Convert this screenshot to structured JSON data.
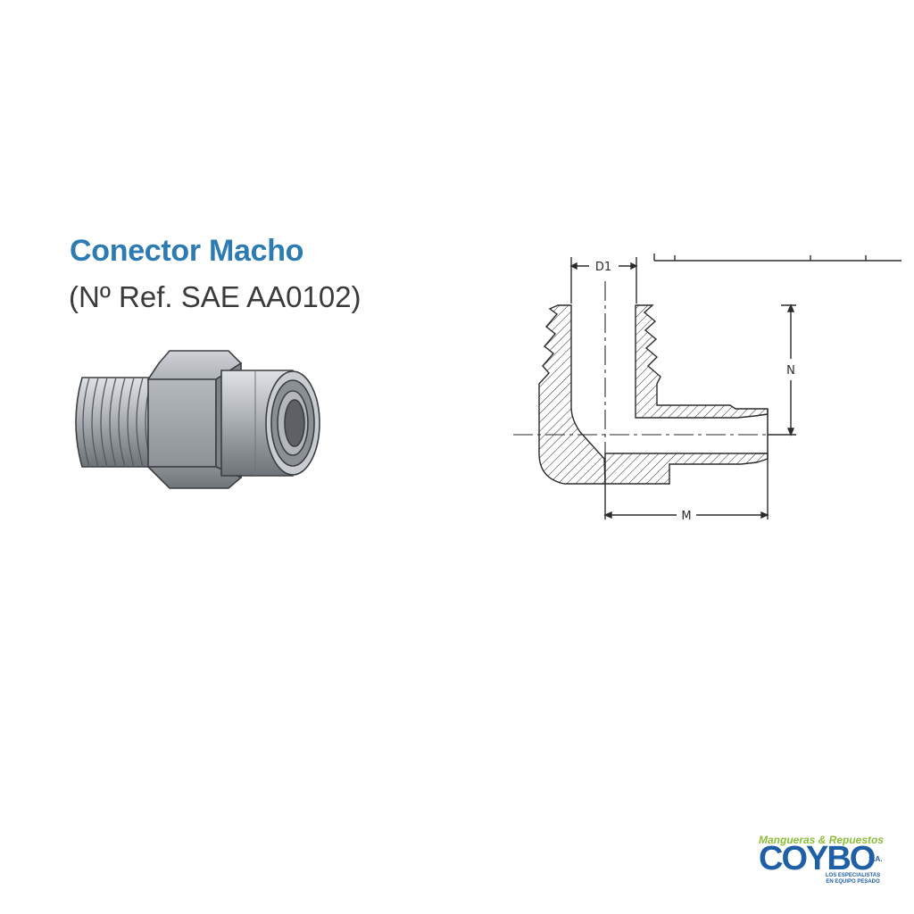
{
  "header": {
    "title": "Conector Macho",
    "subtitle": "(Nº Ref. SAE AA0102)"
  },
  "drawing": {
    "labels": {
      "d1": "D1",
      "n": "N",
      "m": "M"
    }
  },
  "logo": {
    "top_text": "Mangueras & Repuestos",
    "word": "COYBO",
    "suffix": "S.A.",
    "tagline_1": "LOS ESPECIALISTAS",
    "tagline_2": "EN EQUIPO PESADO"
  },
  "colors": {
    "title": "#2d7bb3",
    "logo_blue": "#1e5fa6",
    "logo_green": "#8bbd3a",
    "steel": "#a8acb1",
    "line": "#2b2b2b"
  },
  "icons": {
    "product": "fitting-photo-icon",
    "section": "elbow-section-icon"
  }
}
